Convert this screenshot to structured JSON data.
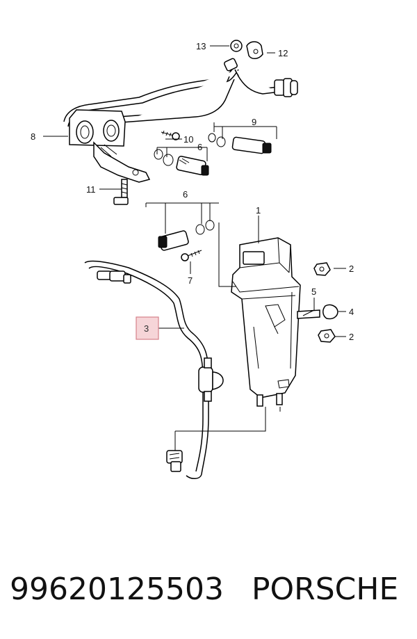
{
  "diagram": {
    "labels": {
      "p1": "1",
      "p2a": "2",
      "p2b": "2",
      "p3": "3",
      "p4": "4",
      "p5": "5",
      "p6a": "6",
      "p6b": "6",
      "p7": "7",
      "p8": "8",
      "p9": "9",
      "p10": "10",
      "p11": "11",
      "p12": "12",
      "p13": "13"
    },
    "highlighted_part": "3"
  },
  "footer": {
    "part_number": "99620125503",
    "brand": "PORSCHE"
  }
}
